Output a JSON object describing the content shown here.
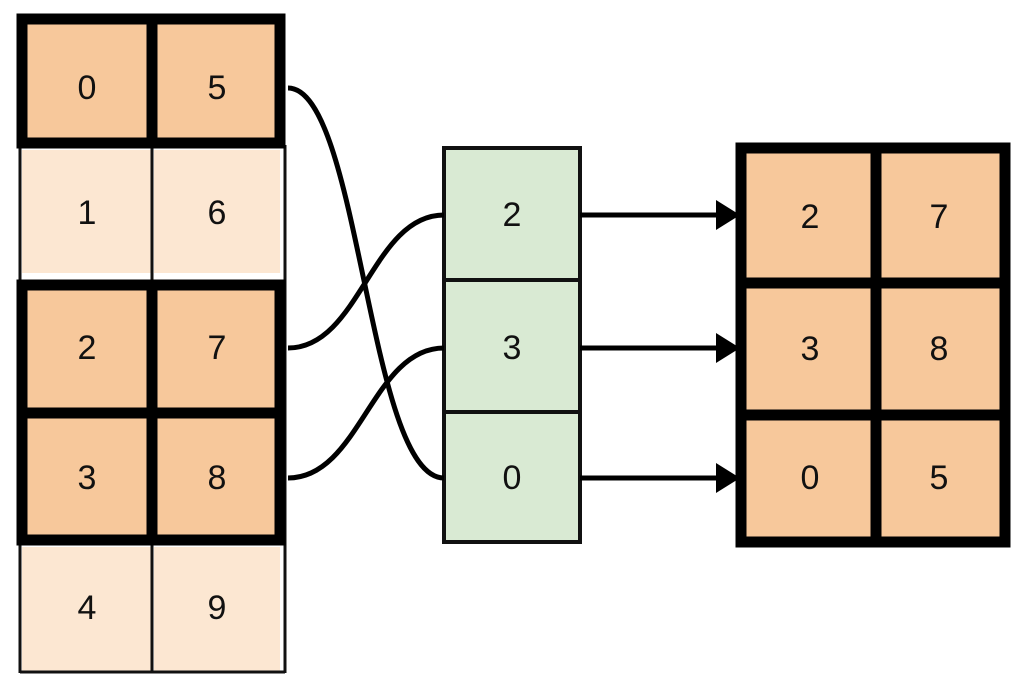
{
  "diagram": {
    "type": "gather-rows-by-index",
    "colors": {
      "highlight_fill": "#f7c89b",
      "normal_fill": "#fce7d2",
      "index_fill": "#d9ead3",
      "stroke": "#111111",
      "emphasis_stroke": "#000000",
      "background": "#ffffff"
    },
    "source_table": {
      "name": "source-table",
      "rows": 5,
      "cols": 2,
      "cells": [
        [
          "0",
          "5"
        ],
        [
          "1",
          "6"
        ],
        [
          "2",
          "7"
        ],
        [
          "3",
          "8"
        ],
        [
          "4",
          "9"
        ]
      ],
      "highlighted_row_indices": [
        0,
        2,
        3
      ]
    },
    "index_column": {
      "name": "index-column",
      "values": [
        "2",
        "3",
        "0"
      ]
    },
    "result_table": {
      "name": "result-table",
      "rows": 3,
      "cols": 2,
      "cells": [
        [
          "2",
          "7"
        ],
        [
          "3",
          "8"
        ],
        [
          "0",
          "5"
        ]
      ]
    },
    "connections": [
      {
        "from_source_row": 0,
        "to_index_slot": 2
      },
      {
        "from_source_row": 2,
        "to_index_slot": 0
      },
      {
        "from_source_row": 3,
        "to_index_slot": 1
      }
    ],
    "arrows": [
      {
        "from_index_slot": 0,
        "to_result_row": 0
      },
      {
        "from_index_slot": 1,
        "to_result_row": 1
      },
      {
        "from_index_slot": 2,
        "to_result_row": 2
      }
    ]
  }
}
